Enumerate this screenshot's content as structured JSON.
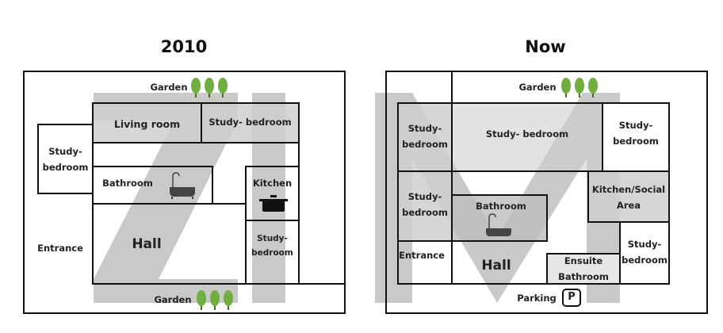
{
  "plans": [
    {
      "title": "2010",
      "watermark": "ZI",
      "labels": {
        "garden_top": "Garden",
        "living_room": "Living room",
        "study_bedroom_top": "Study- bedroom",
        "study_bedroom_left": "Study-\nbedroom",
        "bathroom": "Bathroom",
        "kitchen": "Kitchen",
        "entrance": "Entrance",
        "hall": "Hall",
        "study_bedroom_right": "Study-\nbedroom",
        "garden_bottom": "Garden"
      }
    },
    {
      "title": "Now",
      "watermark": "M",
      "labels": {
        "garden_top": "Garden",
        "study_bedroom_left_top": "Study-\nbedroom",
        "study_bedroom_center": "Study- bedroom",
        "study_bedroom_right_top": "Study-\nbedroom",
        "study_bedroom_left_mid": "Study-\nbedroom",
        "bathroom": "Bathroom",
        "kitchen_social": "Kitchen/Social\nArea",
        "entrance": "Entrance",
        "hall": "Hall",
        "ensuite_bathroom": "Ensuite\nBathroom",
        "study_bedroom_right_bottom": "Study-\nbedroom",
        "parking": "Parking",
        "parking_sign": "P"
      }
    }
  ],
  "colors": {
    "wall": "#111111",
    "watermark": "#c9c9c9",
    "shade": "#cfcfcf",
    "shade_dark": "#bdbdbd",
    "tree": "#6fae3f"
  },
  "icons": [
    "tree-icon",
    "bathtub-icon",
    "cooking-pot-icon",
    "parking-sign-icon"
  ]
}
